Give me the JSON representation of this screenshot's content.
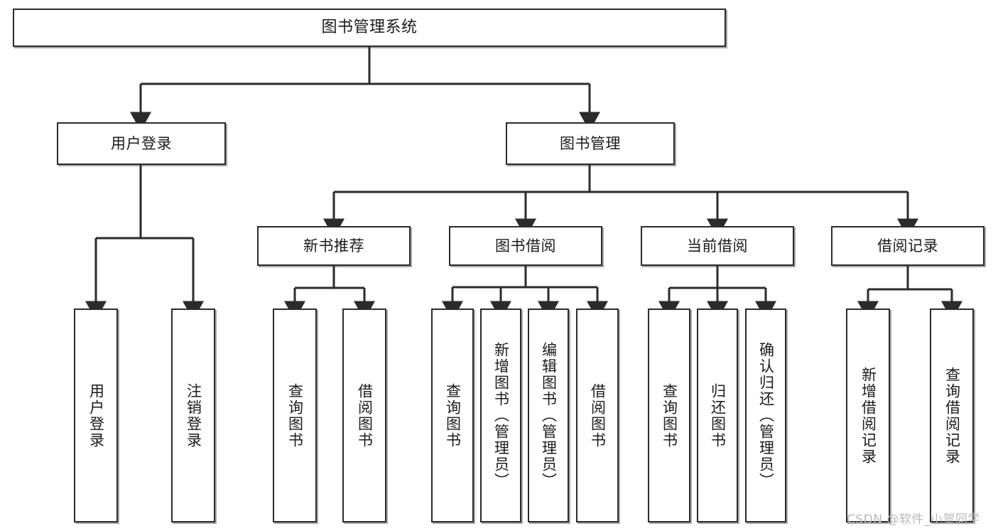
{
  "diagram": {
    "title": "图书管理系统",
    "type": "hierarchy-tree",
    "root": {
      "id": "root",
      "label": "图书管理系统"
    },
    "level2": [
      {
        "id": "user-login",
        "label": "用户登录"
      },
      {
        "id": "book-management",
        "label": "图书管理"
      }
    ],
    "level3": [
      {
        "id": "new-book-recommend",
        "label": "新书推荐",
        "parent": "book-management"
      },
      {
        "id": "book-borrow",
        "label": "图书借阅",
        "parent": "book-management"
      },
      {
        "id": "current-borrow",
        "label": "当前借阅",
        "parent": "book-management"
      },
      {
        "id": "borrow-record",
        "label": "借阅记录",
        "parent": "book-management"
      }
    ],
    "leaves": [
      {
        "id": "leaf-user-login",
        "label": "用户登录",
        "parent": "user-login"
      },
      {
        "id": "leaf-logout",
        "label": "注销登录",
        "parent": "user-login"
      },
      {
        "id": "leaf-query-book-1",
        "label": "查询图书",
        "parent": "new-book-recommend"
      },
      {
        "id": "leaf-borrow-book-1",
        "label": "借阅图书",
        "parent": "new-book-recommend"
      },
      {
        "id": "leaf-query-book-2",
        "label": "查询图书",
        "parent": "book-borrow"
      },
      {
        "id": "leaf-add-book",
        "label": "新增图书（管理员）",
        "parent": "book-borrow"
      },
      {
        "id": "leaf-edit-book",
        "label": "编辑图书（管理员）",
        "parent": "book-borrow"
      },
      {
        "id": "leaf-borrow-book-2",
        "label": "借阅图书",
        "parent": "book-borrow"
      },
      {
        "id": "leaf-query-book-3",
        "label": "查询图书",
        "parent": "current-borrow"
      },
      {
        "id": "leaf-return-book",
        "label": "归还图书",
        "parent": "current-borrow"
      },
      {
        "id": "leaf-confirm-return",
        "label": "确认归还（管理员）",
        "parent": "current-borrow"
      },
      {
        "id": "leaf-add-record",
        "label": "新增借阅记录",
        "parent": "borrow-record"
      },
      {
        "id": "leaf-query-record",
        "label": "查询借阅记录",
        "parent": "borrow-record"
      }
    ],
    "watermark": "CSDN @软件_小贺同学",
    "colors": {
      "border": "#2b2b2b",
      "background": "#ffffff",
      "text": "#1b1b1b",
      "edge": "#2b2b2b",
      "watermark": "#b9b9b9"
    }
  }
}
